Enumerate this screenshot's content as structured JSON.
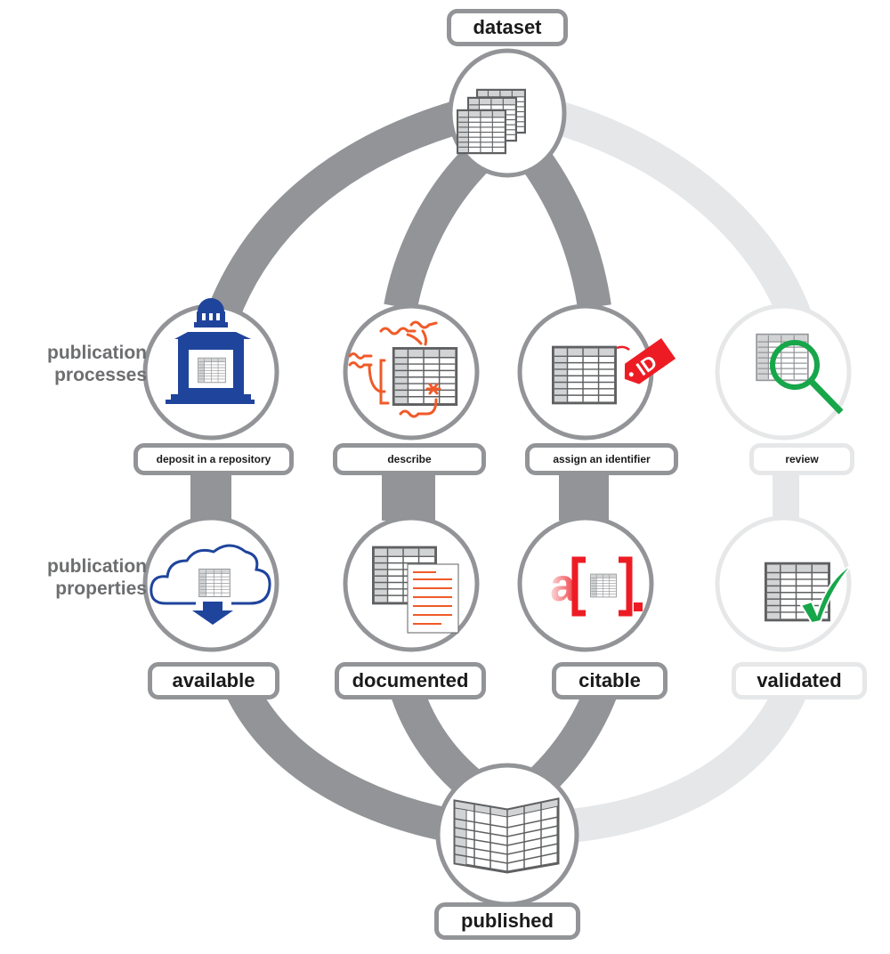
{
  "title": "Data publication workflow",
  "row_labels": {
    "processes": [
      "publication",
      "processes"
    ],
    "properties": [
      "publication",
      "properties"
    ]
  },
  "start_node": {
    "label": "dataset",
    "icon": "stacked-spreadsheets-icon"
  },
  "end_node": {
    "label": "published",
    "icon": "open-book-spreadsheet-icon"
  },
  "branches": [
    {
      "process": "deposit in a repository",
      "process_icon": "repository-building-icon",
      "property": "available",
      "property_icon": "cloud-download-icon",
      "emphasis": "active"
    },
    {
      "process": "describe",
      "process_icon": "annotated-spreadsheet-icon",
      "property": "documented",
      "property_icon": "spreadsheet-document-icon",
      "emphasis": "active"
    },
    {
      "process": "assign an identifier",
      "process_icon": "id-tag-icon",
      "property": "citable",
      "property_icon": "citation-brackets-icon",
      "emphasis": "active"
    },
    {
      "process": "review",
      "process_icon": "magnifier-icon",
      "property": "validated",
      "property_icon": "checkmark-spreadsheet-icon",
      "emphasis": "faded"
    }
  ],
  "icon_text": {
    "id_tag": "ID",
    "citation_letter": "a"
  },
  "colors": {
    "active_path": "#929497",
    "faded_path": "#e6e7e8",
    "repository_blue": "#1f449c",
    "annotation_orange": "#f05a28",
    "id_red": "#ed1c24",
    "check_green": "#17a64a",
    "label_gray": "#6d6e70"
  }
}
